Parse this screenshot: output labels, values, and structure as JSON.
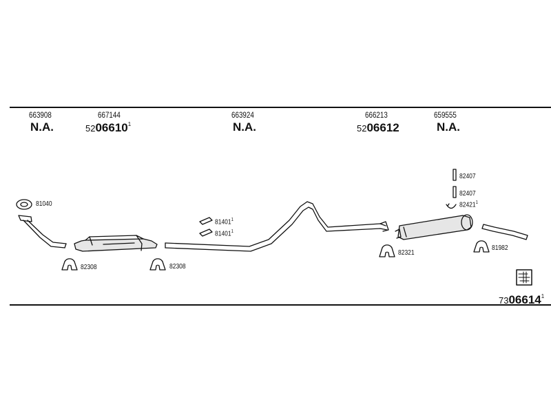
{
  "header_codes": [
    {
      "code": "663908",
      "status": "N.A."
    },
    {
      "code": "667144",
      "prefix": "52",
      "number": "06610",
      "note": "1"
    },
    {
      "code": "663924",
      "status": "N.A."
    },
    {
      "code": "666213",
      "prefix": "52",
      "number": "06612"
    },
    {
      "code": "659555",
      "status": "N.A."
    }
  ],
  "parts": [
    {
      "id": "clamp-81040",
      "label": "81040"
    },
    {
      "id": "clamp-82308-a",
      "label": "82308"
    },
    {
      "id": "clamp-82308-b",
      "label": "82308"
    },
    {
      "id": "hanger-81401-a",
      "label": "81401",
      "note": "1"
    },
    {
      "id": "hanger-81401-b",
      "label": "81401",
      "note": "1"
    },
    {
      "id": "clamp-82321",
      "label": "82321"
    },
    {
      "id": "bolt-82407-a",
      "label": "82407"
    },
    {
      "id": "bolt-82407-b",
      "label": "82407"
    },
    {
      "id": "ubolt-82421",
      "label": "82421",
      "note": "1"
    },
    {
      "id": "clamp-81982",
      "label": "81982"
    }
  ],
  "kit": {
    "prefix": "73",
    "number": "06614",
    "note": "1"
  },
  "colors": {
    "line": "#111111",
    "background": "#ffffff"
  }
}
